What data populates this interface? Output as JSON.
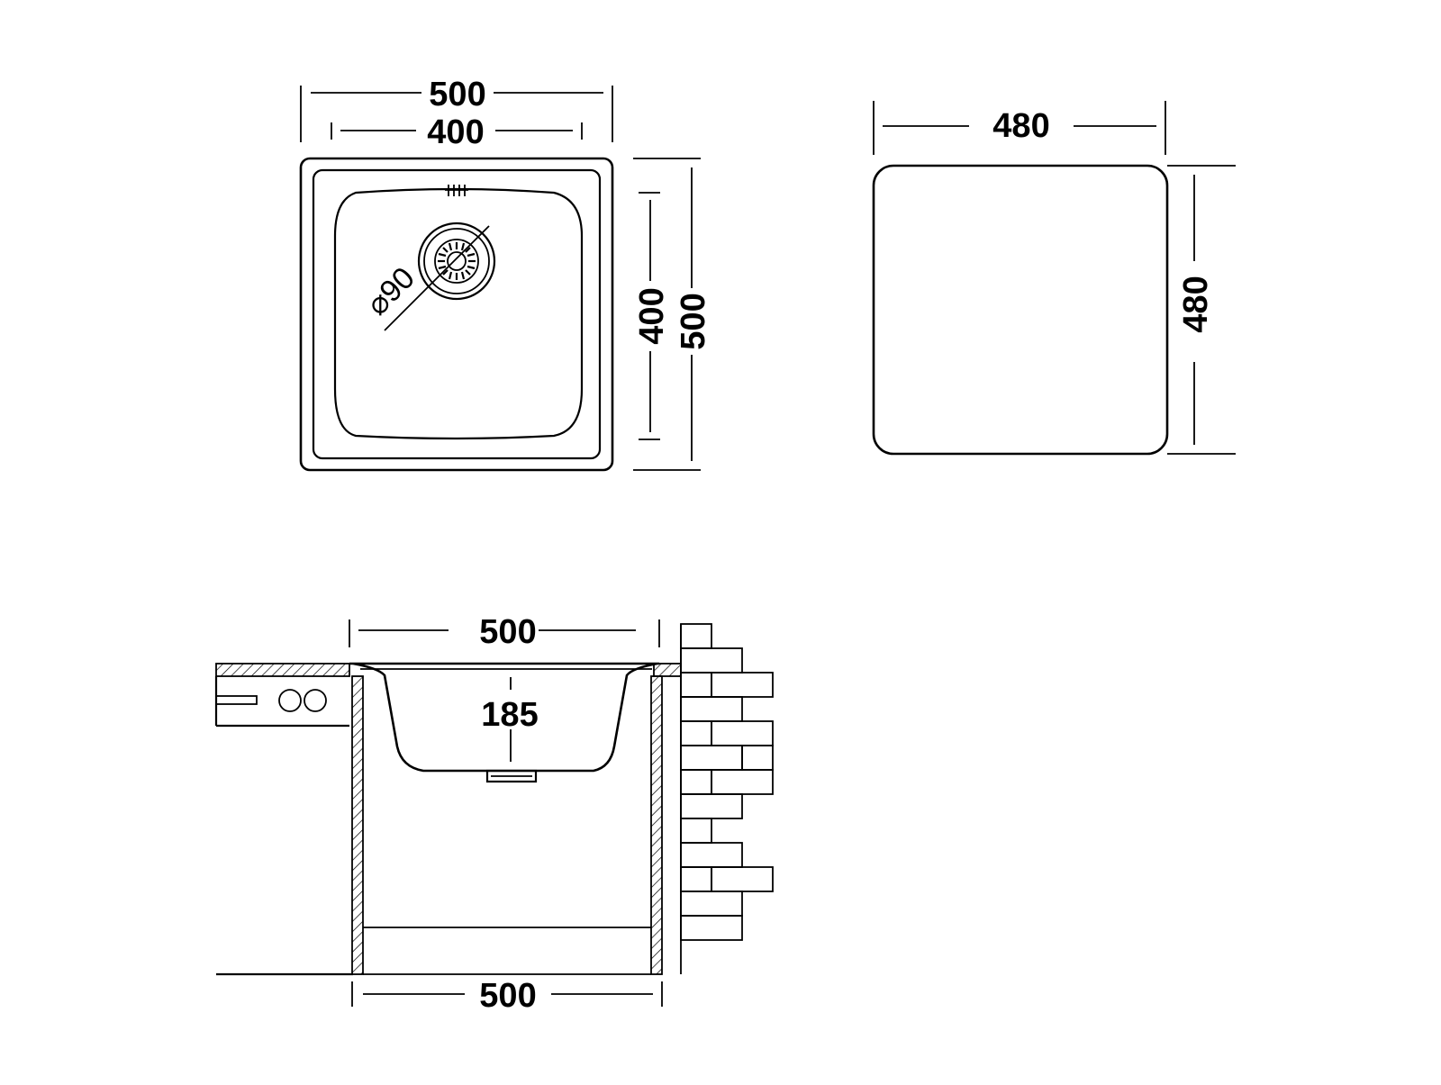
{
  "colors": {
    "line": "#000000",
    "background": "#ffffff"
  },
  "top_view": {
    "outer_width": "500",
    "bowl_width": "400",
    "bowl_depth": "400",
    "outer_depth": "500",
    "drain_diameter": "⌀90"
  },
  "cutout_view": {
    "width": "480",
    "depth": "480"
  },
  "section_view": {
    "top_width": "500",
    "bowl_height": "185",
    "cabinet_width": "500"
  }
}
